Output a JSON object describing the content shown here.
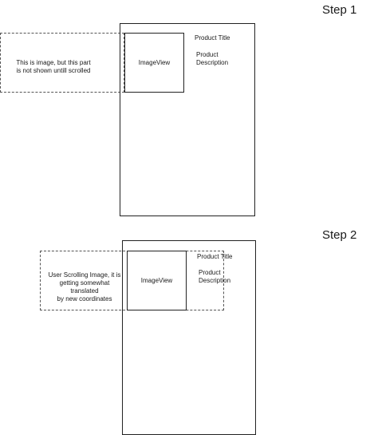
{
  "step1": {
    "label": "Step 1",
    "image_label": "ImageView",
    "product_title": "Product Title",
    "product_description_line1": "Product",
    "product_description_line2": "Description",
    "hidden_note_line1": "This is image, but this part",
    "hidden_note_line2": "is not shown untill scrolled"
  },
  "step2": {
    "label": "Step 2",
    "image_label": "ImageView",
    "product_title": "Product Title",
    "product_description_line1": "Product",
    "product_description_line2": "Description",
    "scroll_note_line1": "User Scrolling Image, it is",
    "scroll_note_line2": "getting somewhat translated",
    "scroll_note_line3": "by new coordinates"
  },
  "colors": {
    "stroke": "#222222",
    "dashed_stroke": "#555555",
    "background": "#ffffff"
  }
}
